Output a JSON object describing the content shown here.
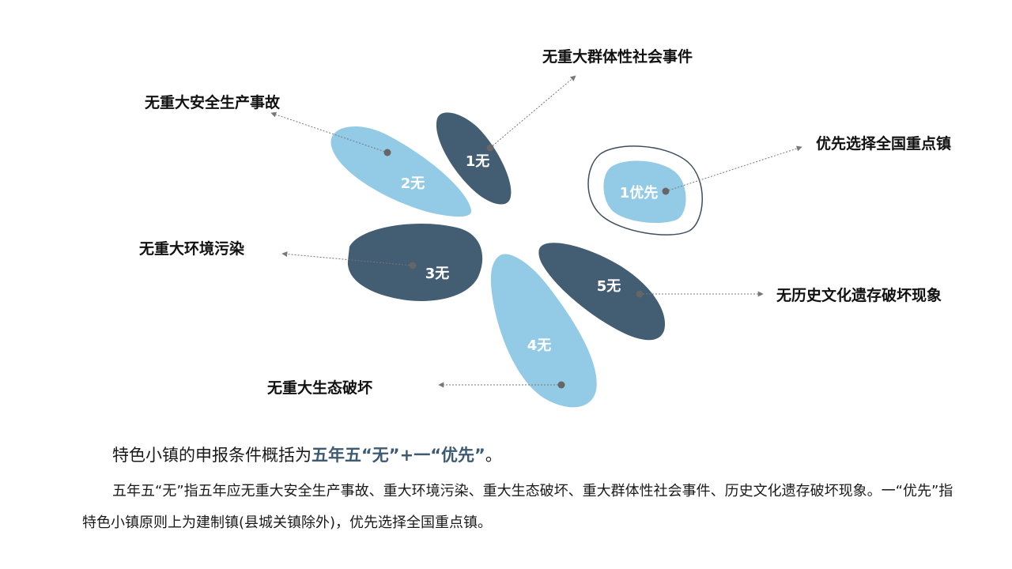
{
  "colors": {
    "dark": "#435d73",
    "light": "#93cbe6",
    "ring": "#3e4f60",
    "connector": "#777777"
  },
  "petals": [
    {
      "id": "1",
      "label": "1无",
      "callout": "无重大群体性社会事件",
      "tone": "dark"
    },
    {
      "id": "2",
      "label": "2无",
      "callout": "无重大安全生产事故",
      "tone": "light"
    },
    {
      "id": "3",
      "label": "3无",
      "callout": "无重大环境污染",
      "tone": "dark"
    },
    {
      "id": "4",
      "label": "4无",
      "callout": "无重大生态破坏",
      "tone": "light"
    },
    {
      "id": "5",
      "label": "5无",
      "callout": "无历史文化遗存破坏现象",
      "tone": "dark"
    }
  ],
  "priority": {
    "label": "1优先",
    "callout": "优先选择全国重点镇"
  },
  "summary": {
    "lead_prefix": "特色小镇的申报条件概括为",
    "lead_highlight": "五年五“无”+一“优先”",
    "lead_suffix": "。",
    "body": "五年五“无”指五年应无重大安全生产事故、重大环境污染、重大生态破坏、重大群体性社会事件、历史文化遗存破坏现象。一“优先”指特色小镇原则上为建制镇(县城关镇除外)，优先选择全国重点镇。"
  }
}
